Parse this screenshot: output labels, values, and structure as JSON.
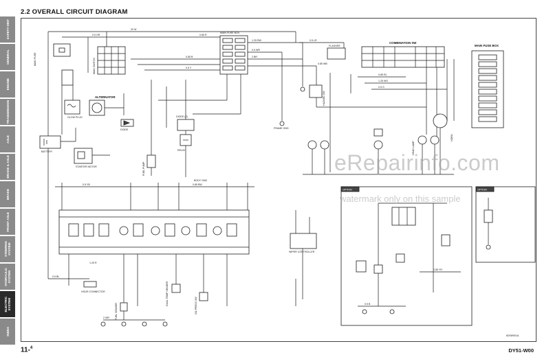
{
  "side_tabs": [
    {
      "label": "SAFETY HINT",
      "active": false
    },
    {
      "label": "GENERAL",
      "active": false
    },
    {
      "label": "ENGINE",
      "active": false
    },
    {
      "label": "TRANSMISSION",
      "active": false
    },
    {
      "label": "AXLE",
      "active": false
    },
    {
      "label": "BRAKE & AXLE",
      "active": false
    },
    {
      "label": "BRAKE",
      "active": false
    },
    {
      "label": "FRONT AXLE",
      "active": false
    },
    {
      "label": "STEERING\nSYSTEM",
      "active": false
    },
    {
      "label": "HYDRAULIC\nSYSTEM",
      "active": false
    },
    {
      "label": "ELECTRIC\nSYSTEM",
      "active": true
    },
    {
      "label": "INDEX",
      "active": false
    }
  ],
  "section_title": "2.2  OVERALL CIRCUIT DIAGRAM",
  "page_number": "11-",
  "page_sub": "4",
  "doc_code": "DY51-W00",
  "figure_code": "6D0W001A",
  "watermark_main": "eRepairinfo.com",
  "watermark_sub": "watermark only on this sample",
  "labels": {
    "main_fuse_box": "MAIN FUSE BOX",
    "main_fuse_box_right": "MAIN FUSE BOX",
    "flasher": "FLASHER",
    "combination_sw": "COMBINATION SW",
    "main_fuse": "MAIN FUSE",
    "main_switch": "MAIN SWITCH",
    "alternator": "ALTERNATOR",
    "glow_plug": "GLOW PLUG",
    "battery": "BATTERY",
    "starter_motor": "STARTER MOTOR",
    "diode": "DIODE",
    "diode2": "DIODE (2)",
    "fuel_pump": "FUEL PUMP",
    "relay": "RELAY",
    "hazard_sw": "HAZARD SW",
    "horn": "HORN",
    "head_lamp": "HEAD LAMP",
    "hour_connector": "HOUR CONNECTOR",
    "fuel_sender": "FUEL SENDER",
    "dual_temp_sender": "DUAL TEMP SENDER",
    "oil_press_sw": "OIL PRESS SW",
    "wiper_controller": "WIPER CONTROLLER",
    "option_left": "OPTION",
    "option_right": "OPTION",
    "body_gnd": "BODY GND",
    "frame_gnd": "FRAME GND",
    "wire_codes": [
      "20 W",
      "0.85 R",
      "1.25 RW",
      "0.5 WR",
      "2 BR",
      "0.85 B",
      "0.5 Y",
      "0.5 GR",
      "0.5 LR",
      "0.85 WB",
      "0.5 YB",
      "0.85 BW",
      "1.25 R",
      "0.5 BL",
      "2 WR",
      "0.5 G",
      "0.85 RL",
      "1.25 WG",
      "0.5 B",
      "0.85 YR"
    ]
  }
}
